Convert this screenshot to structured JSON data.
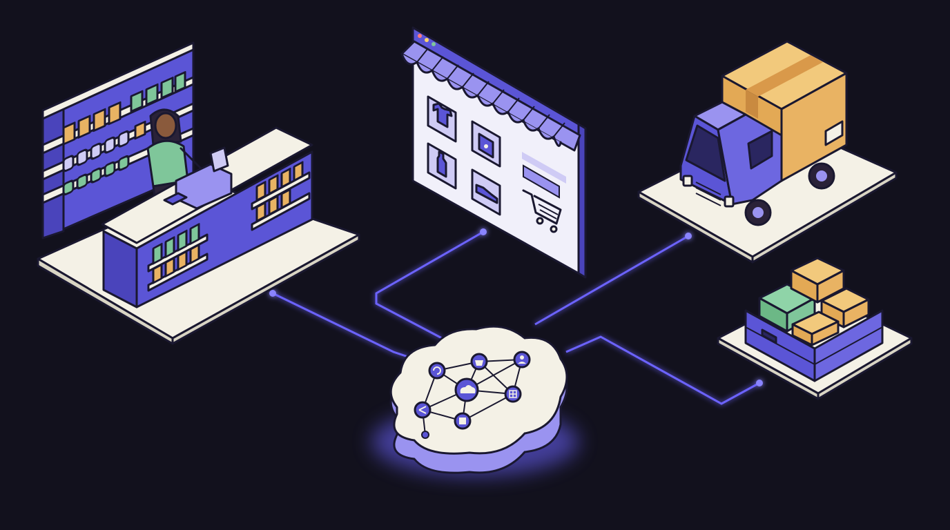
{
  "scene": {
    "background": "#12111d",
    "nodes": [
      {
        "name": "retail-store",
        "icon": "store-counter-icon"
      },
      {
        "name": "online-store",
        "icon": "browser-storefront-icon"
      },
      {
        "name": "delivery-truck",
        "icon": "truck-icon"
      },
      {
        "name": "warehouse-inventory",
        "icon": "crate-boxes-icon"
      },
      {
        "name": "cloud-hub",
        "icon": "cloud-network-icon"
      }
    ],
    "cloud_icons": [
      "refresh-icon",
      "basket-icon",
      "user-icon",
      "share-icon",
      "cloud-icon",
      "grid-icon",
      "box-icon"
    ],
    "storefront_icons": [
      "tshirt-icon",
      "bag-icon",
      "bottle-icon",
      "shoe-icon",
      "cart-icon"
    ],
    "colors": {
      "connector": "#6c63ff",
      "platform": "#f4f1e6",
      "accent": "#5b55d6",
      "accent_light": "#9a93f0",
      "box": "#e9b363",
      "green": "#7fc69a",
      "outline": "#1a1830"
    }
  }
}
